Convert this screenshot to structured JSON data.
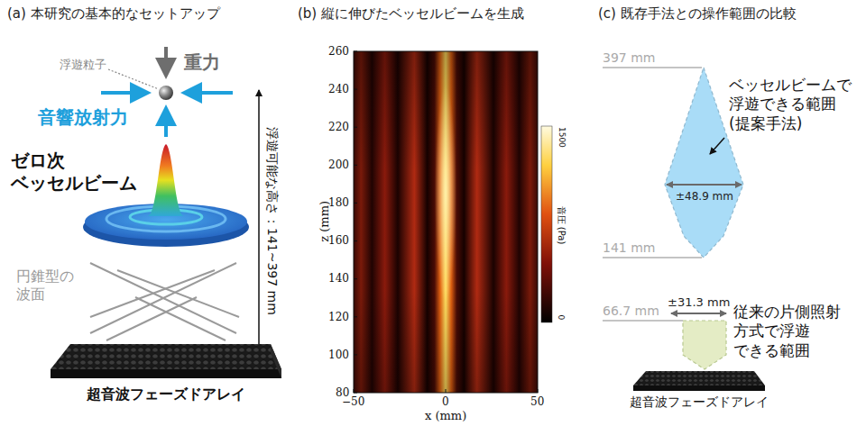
{
  "diagram": {
    "labels": [
      "(a) 本研究の基本的なセットアップ",
      "浮遊粒子",
      "重力",
      "音響放射力",
      "ゼロ次 ベッセルビーム",
      "円錐型の 波面",
      "浮遊可能な高さ：141~397 mm",
      "超音波フェーズドアレイ",
      "(b) 縦に伸びたベッセルビームを生成",
      "260",
      "240",
      "220",
      "200",
      "180",
      "160",
      "140",
      "120",
      "100",
      "80",
      "z (mm)",
      "−50",
      "0",
      "50",
      "x (mm)",
      "1500",
      "音圧 (Pa)",
      "0",
      "(c) 既存手法との操作範囲の比較",
      "397 mm",
      "ベッセルビームで 浮遊できる範囲 (提案手法)",
      "±48.9 mm",
      "141 mm",
      "±31.3 mm",
      "66.7 mm",
      "従来の片側照射 方式で浮遊 できる範囲",
      "超音波フェーズドアレイ"
    ]
  }
}
